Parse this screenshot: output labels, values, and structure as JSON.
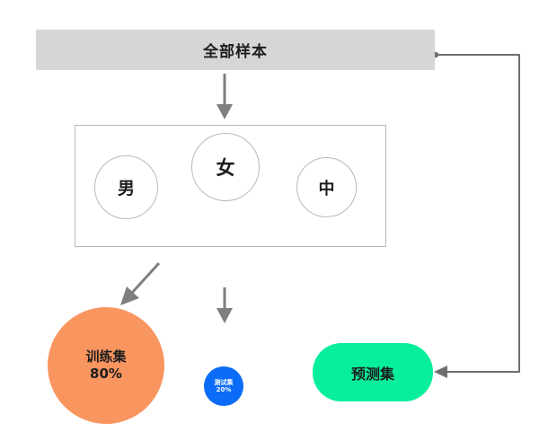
{
  "diagram": {
    "title": "",
    "background_color": "#ffffff",
    "nodes": {
      "all_samples": {
        "label": "全部样本",
        "color": "#d6d6d6",
        "shape": "rectangle"
      },
      "group_box": {
        "label": "",
        "color": "#ffffff",
        "shape": "rectangle"
      },
      "gender_circles": [
        {
          "label": "男",
          "color": "#ffffff",
          "shape": "circle"
        },
        {
          "label": "女",
          "color": "#ffffff",
          "shape": "circle"
        },
        {
          "label": "中",
          "color": "#ffffff",
          "shape": "circle"
        }
      ],
      "train_set": {
        "label": "训练集",
        "percent": "80%",
        "color": "#f9955f",
        "shape": "circle"
      },
      "test_set": {
        "label": "测试集",
        "percent": "20%",
        "color": "#0b6cf7",
        "shape": "circle"
      },
      "predict_set": {
        "label": "预测集",
        "color": "#07ef9b",
        "shape": "rounded-rectangle"
      }
    },
    "edges": [
      {
        "name": "all-samples-to-group",
        "style": "arrow-down",
        "color": "#7f7f7f"
      },
      {
        "name": "group-to-train",
        "style": "arrow-diagonal-down-left",
        "color": "#7f7f7f"
      },
      {
        "name": "group-to-test",
        "style": "arrow-down",
        "color": "#7f7f7f"
      },
      {
        "name": "all-samples-to-predict",
        "style": "orthogonal-arrow-left",
        "color": "#6e6e6e"
      }
    ]
  }
}
